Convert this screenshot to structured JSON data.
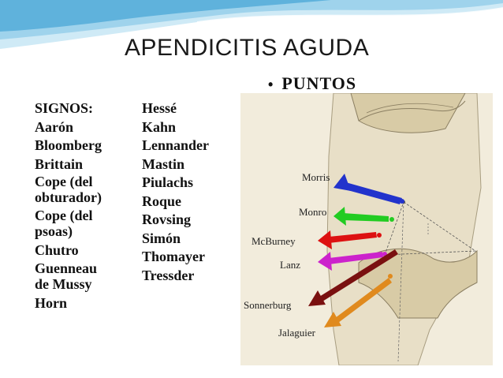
{
  "slide": {
    "title": "APENDICITIS AGUDA",
    "puntos_bullet": "•",
    "puntos_label": "PUNTOS"
  },
  "signos": {
    "items": [
      "SIGNOS:",
      "Aarón",
      "Bloomberg",
      "Brittain",
      "Cope (del\nobturador)",
      "Cope (del\npsoas)",
      "Chutro",
      "Guenneau\nde Mussy",
      "Horn"
    ]
  },
  "signos2": {
    "items": [
      "Hessé",
      "Kahn",
      "Lennander",
      "Mastin",
      "Piulachs",
      "Roque",
      "Rovsing",
      "Simón",
      "Thomayer",
      "Tressder"
    ]
  },
  "diagram": {
    "points": [
      {
        "label": "Morris",
        "color": "#2233cc"
      },
      {
        "label": "Monro",
        "color": "#22cc22"
      },
      {
        "label": "McBurney",
        "color": "#dd1111"
      },
      {
        "label": "Lanz",
        "color": "#cc22cc"
      },
      {
        "label": "Sonnerburg",
        "color": "#7a1010"
      },
      {
        "label": "Jalaguier",
        "color": "#e08a1e"
      }
    ]
  },
  "colors": {
    "wave_light": "#cfeaf6",
    "wave_mid": "#9fd3ec",
    "wave_dark": "#5fb2dc",
    "skin": "#e6dcc2",
    "bone": "#d8cba6"
  }
}
